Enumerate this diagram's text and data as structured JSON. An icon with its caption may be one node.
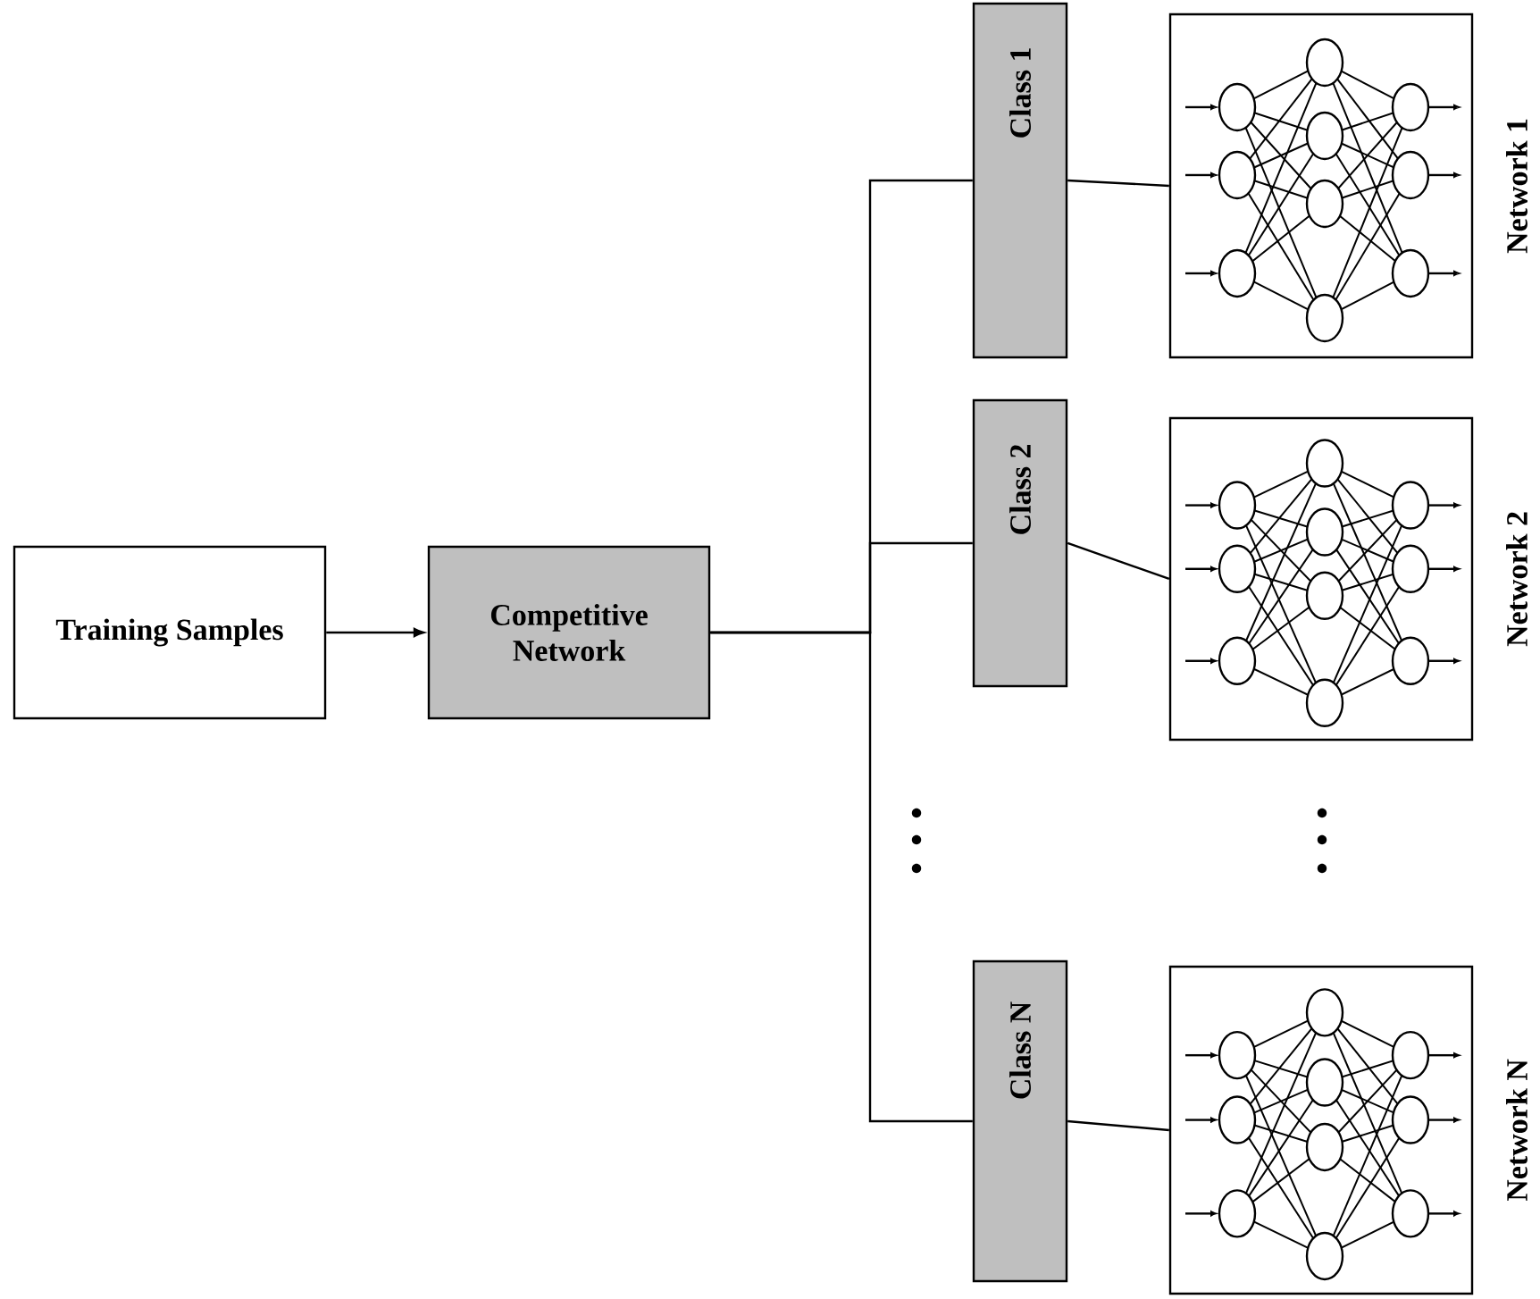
{
  "diagram": {
    "nodes": [
      {
        "text": [
          "Training Samples"
        ]
      },
      {
        "text": [
          "Competitive Network"
        ]
      },
      {
        "text": [
          "Class 1"
        ]
      },
      {
        "text": [
          "Network 1"
        ]
      },
      {
        "text": [
          "Class 2"
        ]
      },
      {
        "text": [
          "Network 2"
        ]
      },
      {
        "text": [
          "Class N"
        ]
      },
      {
        "text": [
          "Network N"
        ]
      }
    ],
    "edges": [
      {
        "from": 0,
        "to": 1,
        "arrow": "to"
      },
      {
        "from": 1,
        "to": 2,
        "arrow": "none"
      },
      {
        "from": 1,
        "to": 4,
        "arrow": "none"
      },
      {
        "from": 1,
        "to": 6,
        "arrow": "none"
      },
      {
        "from": 2,
        "to": 3,
        "arrow": "none"
      },
      {
        "from": 4,
        "to": 5,
        "arrow": "none"
      },
      {
        "from": 6,
        "to": 7,
        "arrow": "none"
      }
    ]
  }
}
